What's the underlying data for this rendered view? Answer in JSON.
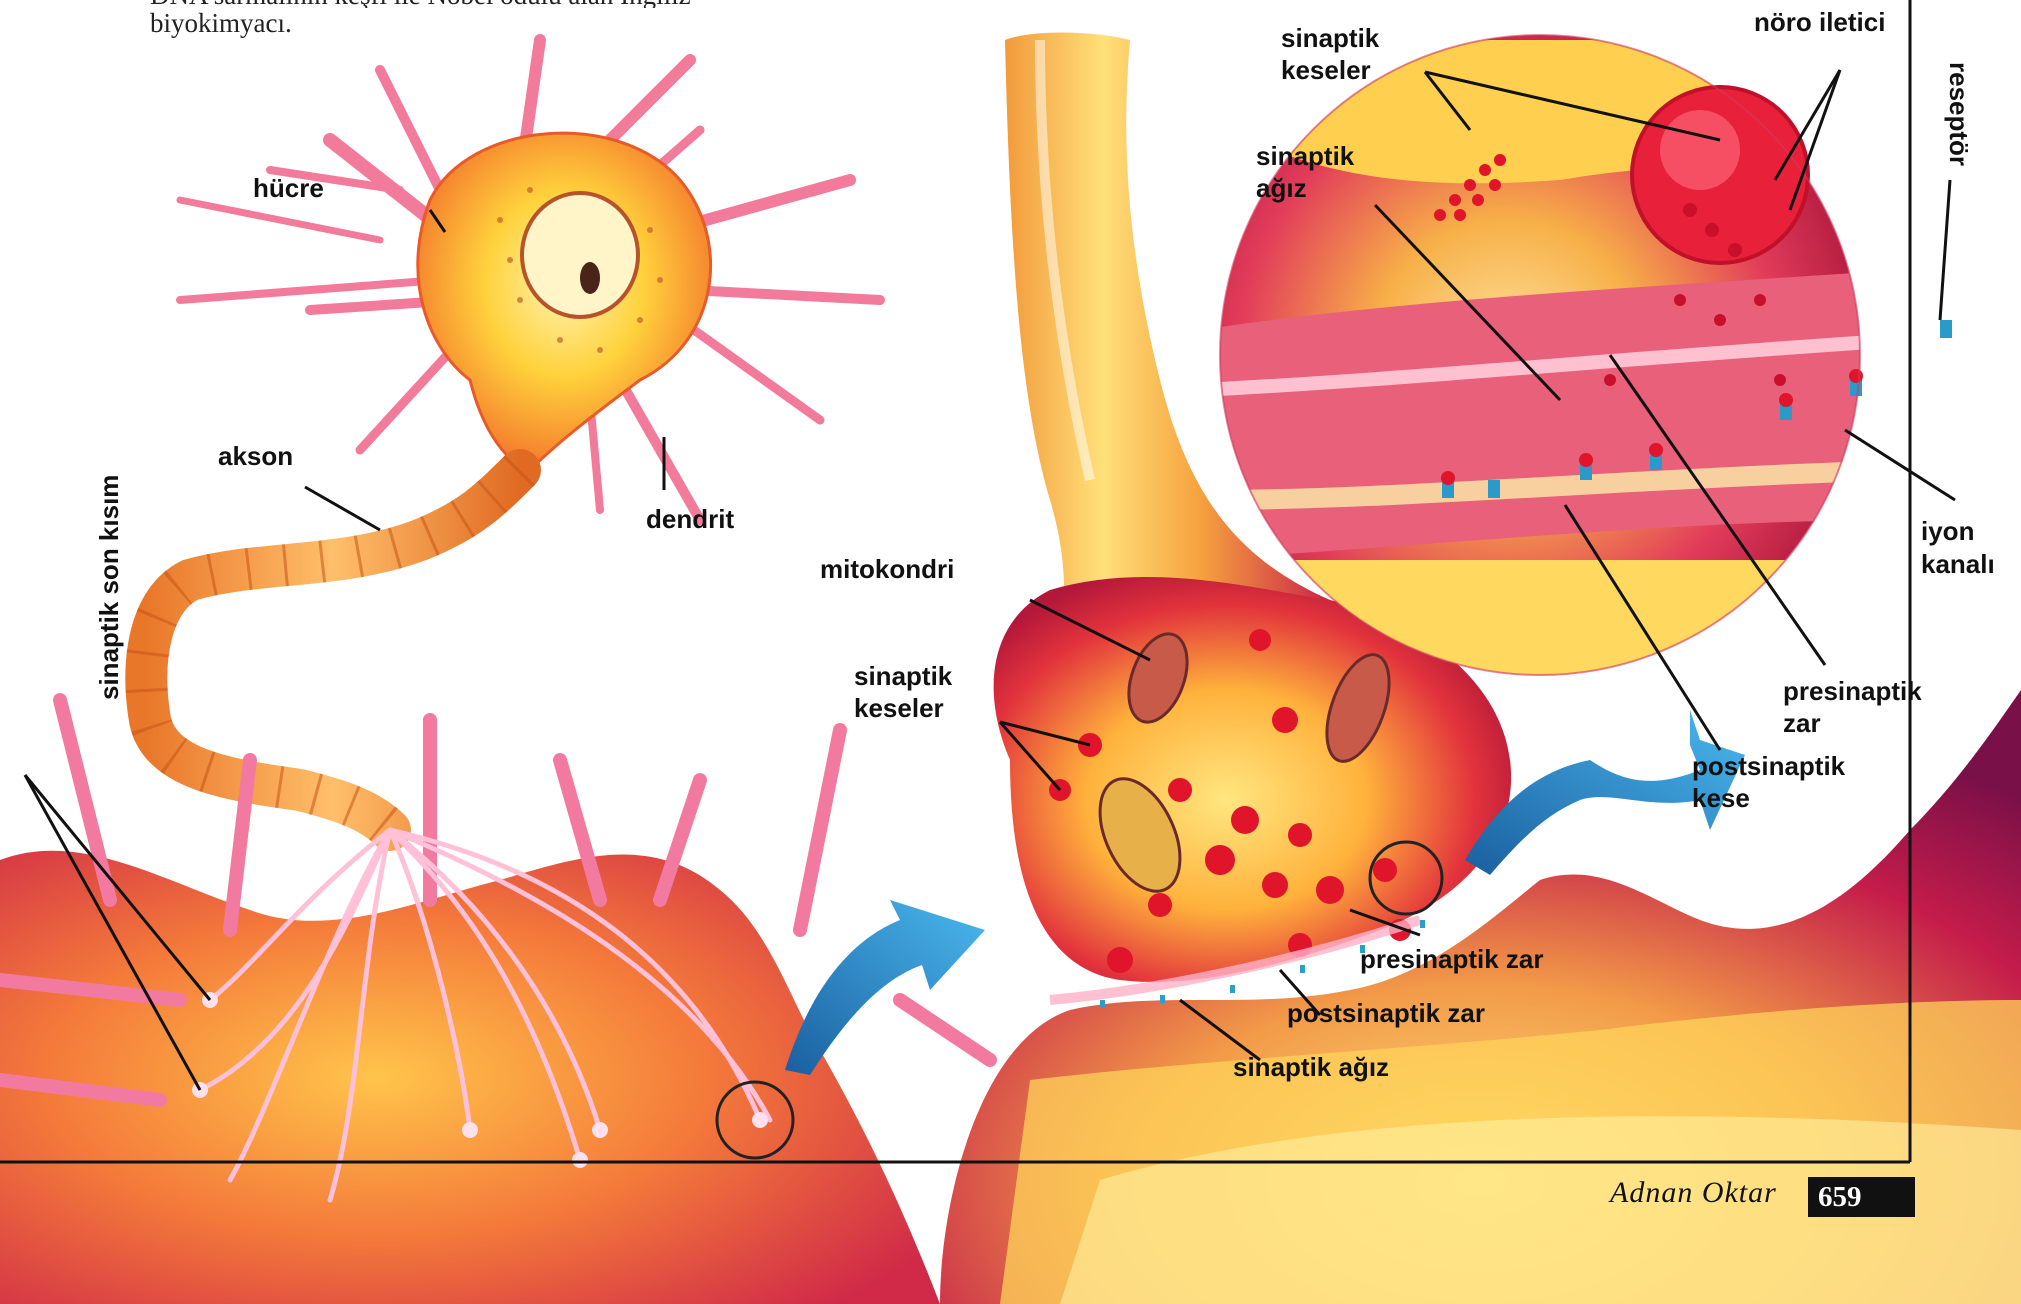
{
  "caption": {
    "line1": "DNA sarmalının keşfi ile Nobel ödülü alan İngiliz",
    "line2": "biyokimyacı."
  },
  "labels": {
    "hucre": "hücre",
    "akson": "akson",
    "dendrit": "dendrit",
    "sinaptik_son_kisim": "sinaptik son kısım",
    "mitokondri": "mitokondri",
    "sinaptik_keseler_mid_1": "sinaptik",
    "sinaptik_keseler_mid_2": "keseler",
    "sinaptik_keseler_top_1": "sinaptik",
    "sinaptik_keseler_top_2": "keseler",
    "sinaptik_agiz_top_1": "sinaptik",
    "sinaptik_agiz_top_2": "ağız",
    "noro_iletici": "nöro iletici",
    "reseptor": "reseptör",
    "iyon_kanali_1": "iyon",
    "iyon_kanali_2": "kanalı",
    "presinaptik_zar_right_1": "presinaptik",
    "presinaptik_zar_right_2": "zar",
    "postsinaptik_kese_1": "postsinaptik",
    "postsinaptik_kese_2": "kese",
    "presinaptik_zar_bottom": "presinaptik zar",
    "postsinaptik_zar_bottom": "postsinaptik zar",
    "sinaptik_agiz_bottom": "sinaptik ağız"
  },
  "footer": {
    "author": "Adnan Oktar",
    "page": "659"
  },
  "colors": {
    "neuron_yellow": "#ffd23c",
    "neuron_orange": "#f47a2a",
    "tissue_red": "#d8203a",
    "tissue_magenta": "#b01c5a",
    "dendrite_pink": "#f59ab8",
    "arrow_blue": "#2a86c8"
  }
}
